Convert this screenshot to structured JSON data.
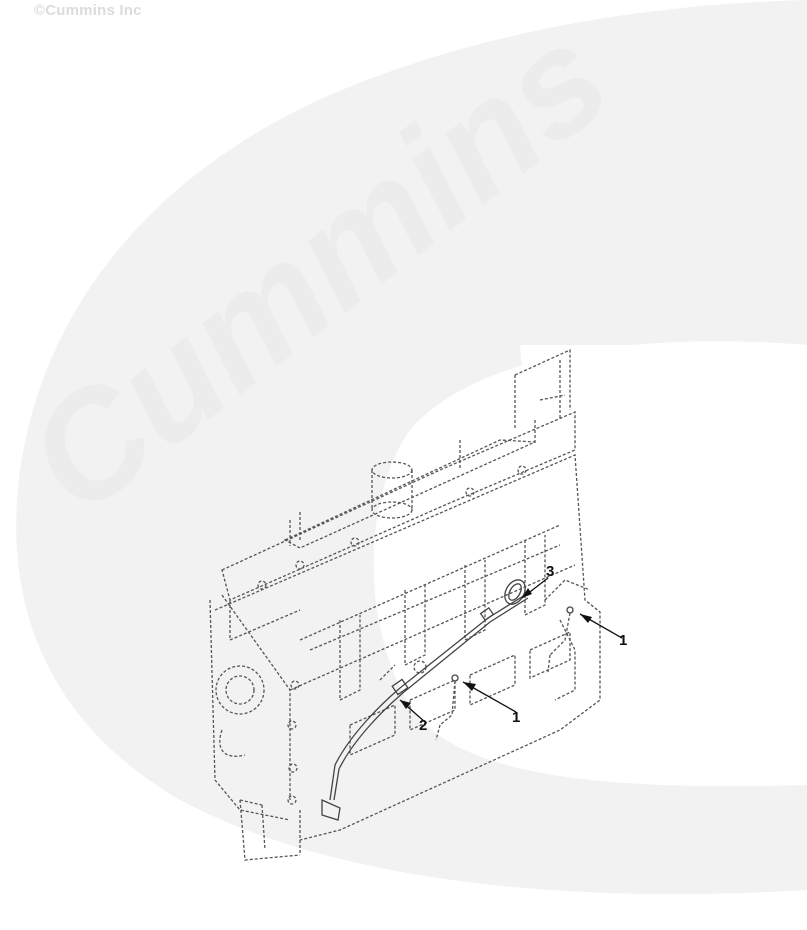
{
  "watermark": {
    "copyright": "©Cummins Inc",
    "brand": "Cummins",
    "colors": {
      "swoosh": "#f2f2f2",
      "brand_text": "#ececec"
    }
  },
  "callouts": [
    {
      "id": "callout-1-right",
      "label": "1"
    },
    {
      "id": "callout-1-lower",
      "label": "1"
    },
    {
      "id": "callout-2",
      "label": "2"
    },
    {
      "id": "callout-3",
      "label": "3"
    }
  ]
}
